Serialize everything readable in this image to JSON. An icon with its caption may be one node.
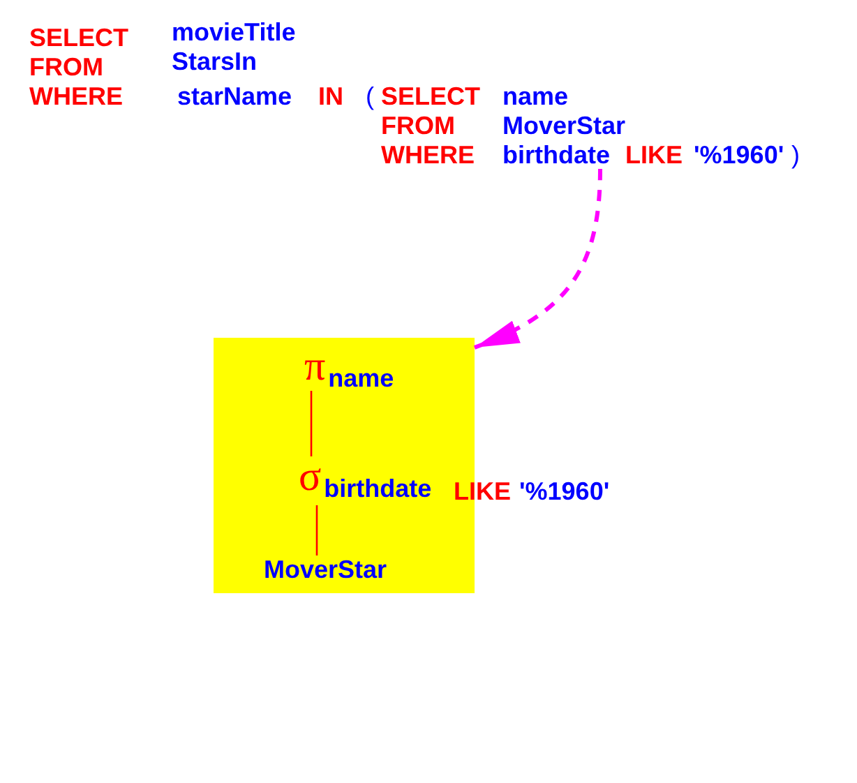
{
  "diagram": {
    "nodes": [
      {
        "text": [
          "SELECT",
          "name",
          "FROM",
          "MoverStar",
          "WHERE",
          "birthdate",
          "LIKE",
          "'%1960'"
        ]
      },
      {
        "text": [],
        "shape": "box"
      },
      {
        "text": [
          "π$_{name}$"
        ],
        "in": 1
      },
      {
        "text": [
          "σ$_{birthdate}$",
          "LIKE",
          "'%1960'"
        ]
      },
      {
        "text": [
          "MoverStar"
        ],
        "in": 1
      }
    ],
    "edges": [
      {
        "from": 0,
        "to": 1,
        "arrow": "to",
        "style": "dashed",
        "color": "#ff00ff"
      },
      {
        "from": 2,
        "to": 3,
        "arrow": "none"
      },
      {
        "from": 3,
        "to": 4,
        "arrow": "none"
      }
    ],
    "labels": [
      "SELECT",
      "movieTitle",
      "FROM",
      "StarsIn",
      "WHERE",
      "starName",
      "IN",
      "(",
      ")"
    ]
  }
}
